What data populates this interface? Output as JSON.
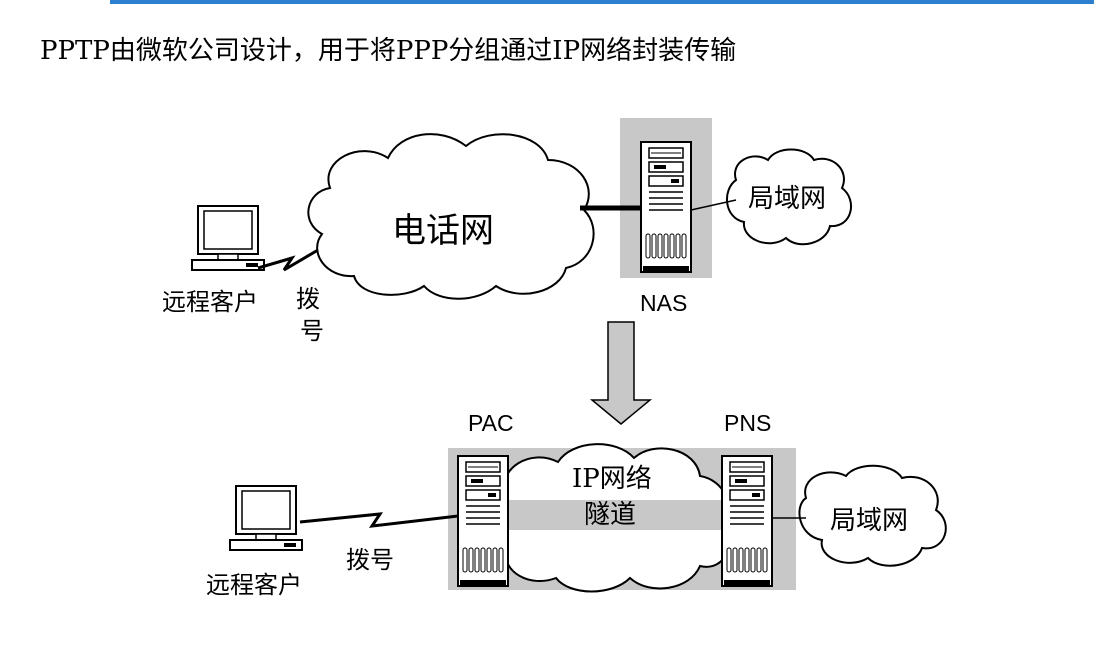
{
  "heading": "PPTP由微软公司设计，用于将PPP分组通过IP网络封装传输",
  "top": {
    "cloud_label": "电话网",
    "client_label": "远程客户",
    "dial_label": "拨",
    "dial_label_2": "号",
    "nas_label": "NAS",
    "lan_label": "局域网"
  },
  "bottom": {
    "pac_label": "PAC",
    "pns_label": "PNS",
    "tunnel_label_1": "IP网络",
    "tunnel_label_2": "隧道",
    "client_label": "远程客户",
    "dial_label": "拨号",
    "lan_label": "局域网"
  },
  "colors": {
    "accent_bar": "#2f7fd0",
    "shading": "#c8c8c8"
  }
}
